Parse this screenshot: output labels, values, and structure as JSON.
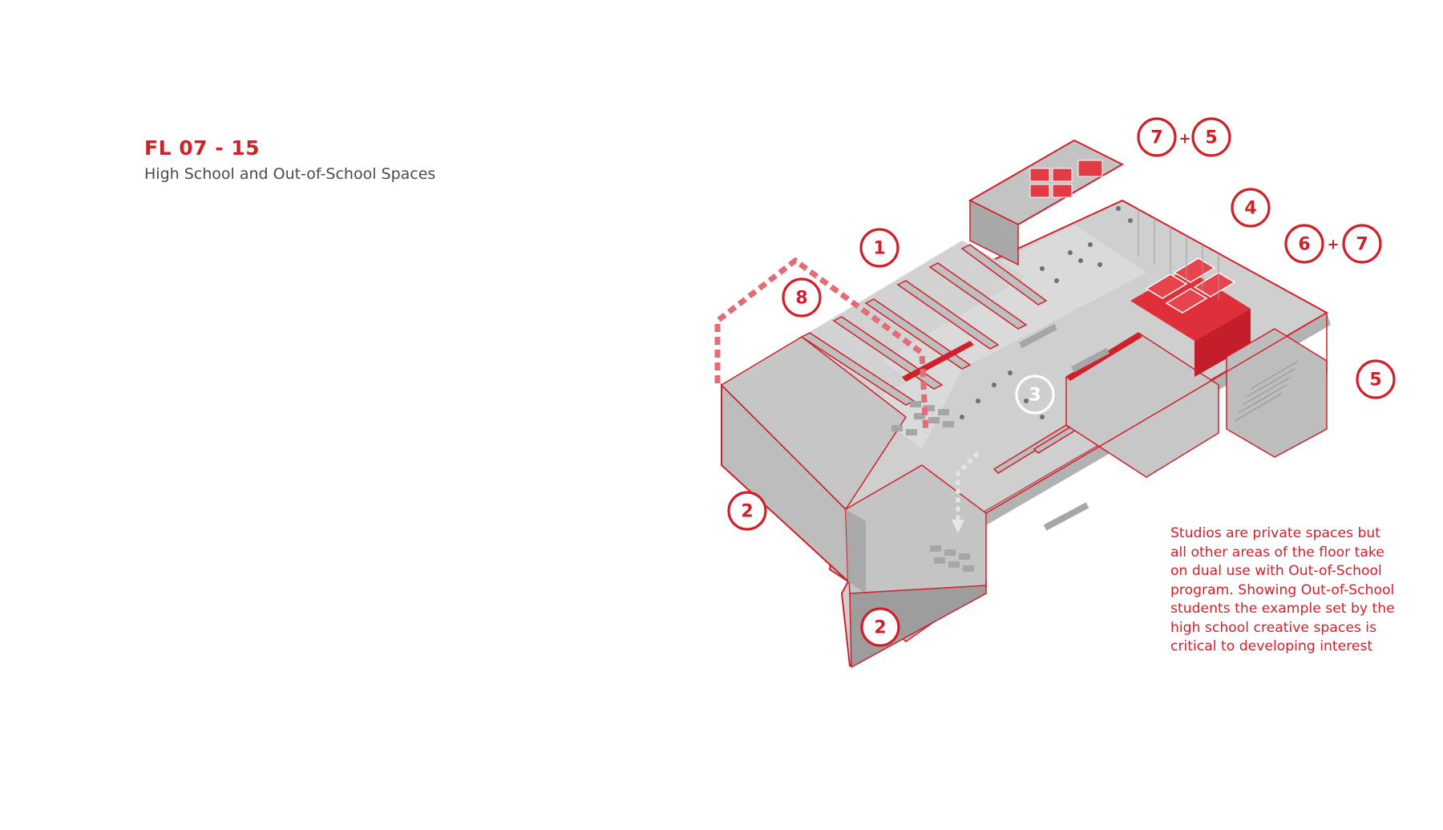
{
  "header": {
    "title": "FL 07 - 15",
    "subtitle": "High School and Out-of-School Spaces"
  },
  "colors": {
    "accent": "#d0202a",
    "model_floor": "#c9c9c9",
    "model_wall": "#b5b5b5"
  },
  "labels": [
    {
      "id": "label-1",
      "text": "1"
    },
    {
      "id": "label-8",
      "text": "8"
    },
    {
      "id": "label-2a",
      "text": "2"
    },
    {
      "id": "label-2b",
      "text": "2"
    },
    {
      "id": "label-3",
      "text": "3"
    },
    {
      "id": "label-4",
      "text": "4"
    },
    {
      "id": "label-7a",
      "text": "7"
    },
    {
      "id": "label-5a",
      "text": "5"
    },
    {
      "id": "label-6",
      "text": "6"
    },
    {
      "id": "label-7b",
      "text": "7"
    },
    {
      "id": "label-5b",
      "text": "5"
    }
  ],
  "plus_signs": [
    "+",
    "+"
  ],
  "note_lines": [
    "Studios are private spaces but",
    "all other areas of the floor take",
    "on dual use with Out-of-School",
    "program. Showing Out-of-School",
    "students the example set by the",
    "high school creative spaces is",
    "critical to developing interest"
  ]
}
